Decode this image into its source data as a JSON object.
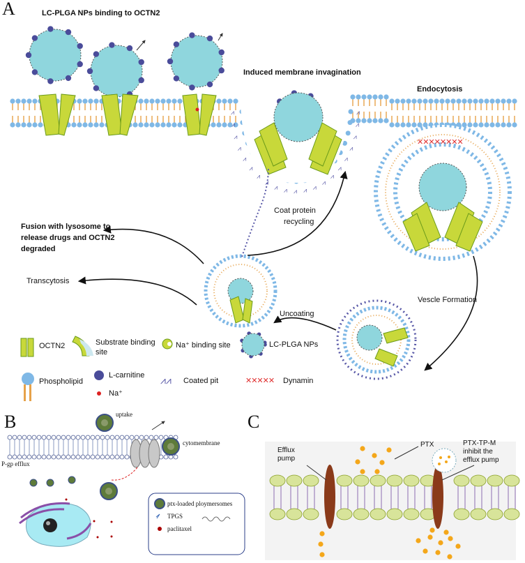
{
  "panels": {
    "a": "A",
    "b": "B",
    "c": "C"
  },
  "panel_a": {
    "title_binding": "LC-PLGA NPs binding to OCTN2",
    "title_invagination": "Induced membrane invagination",
    "title_endocytosis": "Endocytosis",
    "coat_protein": "Coat protein",
    "recycling": "recycling",
    "fusion_lines": [
      "Fusion with lysosome to",
      "release drugs and OCTN2",
      "degraded"
    ],
    "transcytosis": "Transcytosis",
    "uncoating": "Uncoating",
    "vesicle_formation": "Vescle Formation",
    "legend": {
      "octn2": "OCTN2",
      "substrate_line1": "Substrate binding",
      "substrate_line2": "site",
      "na_binding": "Na⁺ binding site",
      "nps": "LC-PLGA NPs",
      "phospholipid": "Phospholipid",
      "lcarnitine": "L-carnitine",
      "coated_pit": "Coated pit",
      "dynamin": "Dynamin",
      "na": "Na⁺"
    }
  },
  "panel_b": {
    "uptake": "uptake",
    "cytomembrane": "cytomembrane",
    "pgp_efflux": "P-gp efflux",
    "legend": {
      "polymersomes": "ptx-loaded ploymersomes",
      "tpgs": "TPGS",
      "paclitaxel": "paclitaxel"
    }
  },
  "panel_c": {
    "efflux_pump_line1": "Efflux",
    "efflux_pump_line2": "pump",
    "ptx": "PTX",
    "ptx_tp_m_lines": [
      "PTX-TP-M",
      "inhibit the",
      "efflux pump"
    ]
  },
  "colors": {
    "nanoparticle": "#8fd6dd",
    "ligand": "#4a4c9a",
    "octn2": "#c8d83a",
    "head": "#7fb8e6",
    "tail": "#e6a24a",
    "dynamin": "#e03030",
    "pump": "#8a3a1a",
    "ptx": "#f4a71a",
    "lipid_head_c": "#d8e49a"
  }
}
